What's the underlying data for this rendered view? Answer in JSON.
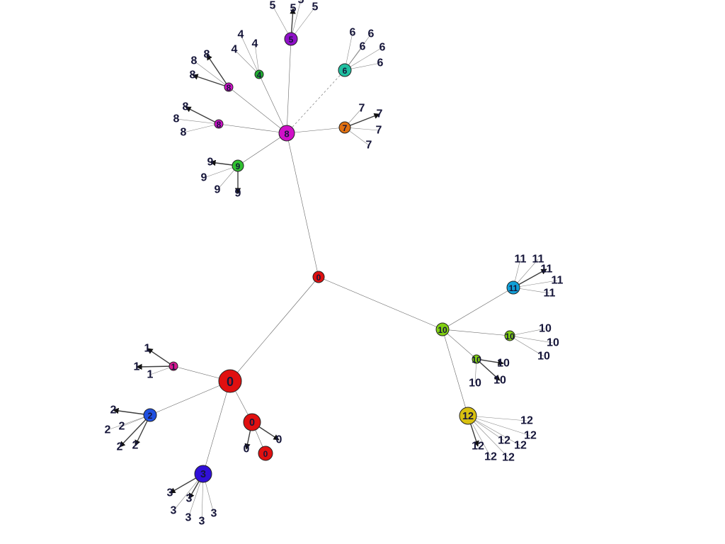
{
  "colors": {
    "0": "#e01010",
    "1": "#d81890",
    "2": "#2050e0",
    "3": "#3010d8",
    "4": "#20b030",
    "5": "#9010c8",
    "6": "#20c0a0",
    "7": "#e07010",
    "8": "#d010c8",
    "9": "#30c030",
    "10": "#80d010",
    "11": "#10a0d8",
    "12": "#d8c010"
  },
  "nodes": [
    {
      "id": "root",
      "label": "0",
      "group": "0"
    },
    {
      "id": "n0big",
      "label": "0",
      "group": "0"
    },
    {
      "id": "n0sub",
      "label": "0",
      "group": "0"
    },
    {
      "id": "n0leaf",
      "label": "0",
      "group": "0"
    },
    {
      "id": "n1",
      "label": "1",
      "group": "1"
    },
    {
      "id": "n2",
      "label": "2",
      "group": "2"
    },
    {
      "id": "n3",
      "label": "3",
      "group": "3"
    },
    {
      "id": "n8",
      "label": "8",
      "group": "8"
    },
    {
      "id": "n8a",
      "label": "8",
      "group": "8"
    },
    {
      "id": "n8b",
      "label": "8",
      "group": "8"
    },
    {
      "id": "n4",
      "label": "4",
      "group": "4"
    },
    {
      "id": "n5",
      "label": "5",
      "group": "5"
    },
    {
      "id": "n6",
      "label": "6",
      "group": "6"
    },
    {
      "id": "n7",
      "label": "7",
      "group": "7"
    },
    {
      "id": "n9",
      "label": "9",
      "group": "9"
    },
    {
      "id": "n10",
      "label": "10",
      "group": "10"
    },
    {
      "id": "n10a",
      "label": "10",
      "group": "10"
    },
    {
      "id": "n10b",
      "label": "10",
      "group": "10"
    },
    {
      "id": "n11",
      "label": "11",
      "group": "11"
    },
    {
      "id": "n12",
      "label": "12",
      "group": "12"
    }
  ],
  "edges": [
    [
      "root",
      "n8"
    ],
    [
      "root",
      "n0big"
    ],
    [
      "root",
      "n10"
    ],
    [
      "n0big",
      "n1"
    ],
    [
      "n0big",
      "n2"
    ],
    [
      "n0big",
      "n3"
    ],
    [
      "n0big",
      "n0sub"
    ],
    [
      "n0sub",
      "n0leaf"
    ],
    [
      "n8",
      "n8a"
    ],
    [
      "n8",
      "n8b"
    ],
    [
      "n8",
      "n4"
    ],
    [
      "n8",
      "n5"
    ],
    [
      "n8",
      "n6"
    ],
    [
      "n8",
      "n7"
    ],
    [
      "n8",
      "n9"
    ],
    [
      "n10",
      "n10a"
    ],
    [
      "n10",
      "n10b"
    ],
    [
      "n10",
      "n11"
    ],
    [
      "n10",
      "n12"
    ]
  ],
  "leaves": [
    {
      "parent": "n1",
      "labels": [
        "1",
        "1",
        "1"
      ]
    },
    {
      "parent": "n2",
      "labels": [
        "2",
        "2",
        "2",
        "2",
        "2"
      ]
    },
    {
      "parent": "n3",
      "labels": [
        "3",
        "3",
        "3",
        "3",
        "3",
        "3"
      ]
    },
    {
      "parent": "n0sub",
      "labels": [
        "0",
        "0"
      ]
    },
    {
      "parent": "n8a",
      "labels": [
        "8",
        "8",
        "8"
      ]
    },
    {
      "parent": "n8b",
      "labels": [
        "8",
        "8",
        "8"
      ]
    },
    {
      "parent": "n4",
      "labels": [
        "4",
        "4",
        "4"
      ]
    },
    {
      "parent": "n5",
      "labels": [
        "5",
        "5",
        "5",
        "5"
      ]
    },
    {
      "parent": "n6",
      "labels": [
        "6",
        "6",
        "6",
        "6",
        "6"
      ]
    },
    {
      "parent": "n7",
      "labels": [
        "7",
        "7",
        "7",
        "7"
      ]
    },
    {
      "parent": "n9",
      "labels": [
        "9",
        "9",
        "9",
        "9"
      ]
    },
    {
      "parent": "n10a",
      "labels": [
        "10",
        "10",
        "10"
      ]
    },
    {
      "parent": "n10b",
      "labels": [
        "10",
        "10",
        "10"
      ]
    },
    {
      "parent": "n11",
      "labels": [
        "11",
        "11",
        "11",
        "11",
        "11"
      ]
    },
    {
      "parent": "n12",
      "labels": [
        "12",
        "12",
        "12",
        "12",
        "12",
        "12",
        "12"
      ]
    }
  ]
}
